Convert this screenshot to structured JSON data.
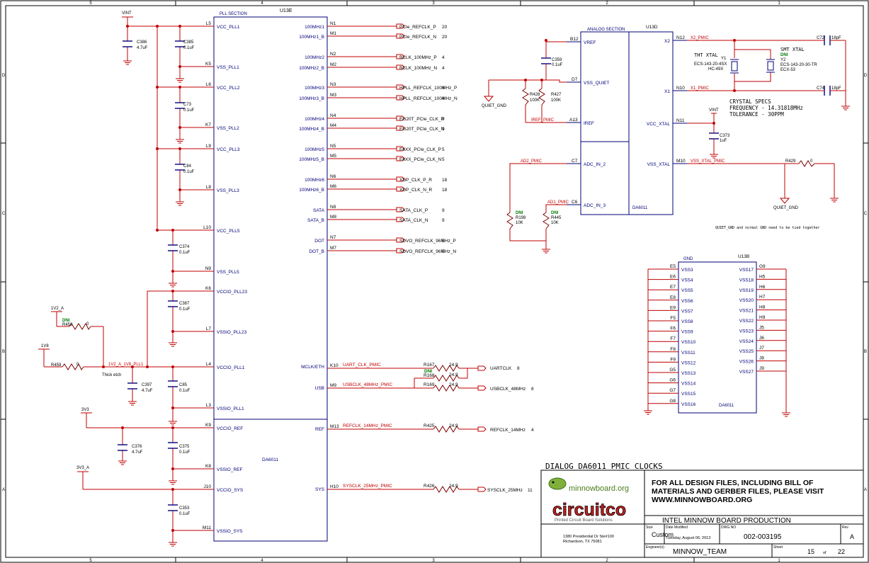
{
  "border": {
    "col_labels": [
      "5",
      "4",
      "3",
      "2",
      "1"
    ],
    "row_labels": [
      "D",
      "C",
      "B",
      "A"
    ]
  },
  "u13e": {
    "ref": "U13E",
    "section": "PLL SECTION",
    "part": "DA6011",
    "left_pins": [
      {
        "num": "L5",
        "name": "VCC_PLL1"
      },
      {
        "num": "K5",
        "name": "VSS_PLL1"
      },
      {
        "num": "L6",
        "name": "VCC_PLL2"
      },
      {
        "num": "K7",
        "name": "VSS_PLL2"
      },
      {
        "num": "L9",
        "name": "VCC_PLL3"
      },
      {
        "num": "L8",
        "name": "VSS_PLL3"
      },
      {
        "num": "L10",
        "name": "VCC_PLL5"
      },
      {
        "num": "N9",
        "name": "VSS_PLL5"
      },
      {
        "num": "K6",
        "name": "VCCIO_PLL23"
      },
      {
        "num": "L7",
        "name": "VSSIO_PLL23"
      },
      {
        "num": "L4",
        "name": "VCCIO_PLL1"
      },
      {
        "num": "L3",
        "name": "VSSIO_PLL1"
      },
      {
        "num": "K9",
        "name": "VCCIO_REF"
      },
      {
        "num": "K8",
        "name": "VSSIO_REF"
      },
      {
        "num": "J10",
        "name": "VCCIO_SYS"
      },
      {
        "num": "M11",
        "name": "VSSIO_SYS"
      }
    ],
    "right_pins": [
      {
        "num": "N1",
        "name": "100MHz1",
        "net": "PCIe_REFCLK_P",
        "ref": "20"
      },
      {
        "num": "M1",
        "name": "100MHz1_B",
        "net": "PCIe_REFCLK_N",
        "ref": "20"
      },
      {
        "num": "N2",
        "name": "100MHz2",
        "net": "BCLK_100MHz_P",
        "ref": "4"
      },
      {
        "num": "M2",
        "name": "100MHz2_B",
        "net": "BCLK_100MHz_N",
        "ref": "4"
      },
      {
        "num": "N3",
        "name": "100MHz3",
        "net": "HPLL_REFCLK_100MHz_P",
        "ref": "4"
      },
      {
        "num": "M3",
        "name": "100MHz3_B",
        "net": "HPLL_REFCLK_100MHz_N",
        "ref": "4"
      },
      {
        "num": "N4",
        "name": "100MHz4",
        "net": "EG20T_PCIe_CLK_P",
        "ref": "9"
      },
      {
        "num": "M4",
        "name": "100MHz4_B",
        "net": "EG20T_PCIe_CLK_N",
        "ref": "9"
      },
      {
        "num": "N5",
        "name": "100MHz5",
        "net": "E6XX_PCIe_CLK_P",
        "ref": "5"
      },
      {
        "num": "M5",
        "name": "100MHz5_B",
        "net": "E6XX_PCIe_CLK_N",
        "ref": "5"
      },
      {
        "num": "N6",
        "name": "100MHz6",
        "net": "XDP_CLK_P_R",
        "ref": "18"
      },
      {
        "num": "M6",
        "name": "100MHz6_B",
        "net": "XDP_CLK_N_R",
        "ref": "18"
      },
      {
        "num": "N8",
        "name": "SATA",
        "net": "SATA_CLK_P",
        "ref": "9"
      },
      {
        "num": "M8",
        "name": "SATA_B",
        "net": "SATA_CLK_N",
        "ref": "9"
      },
      {
        "num": "N7",
        "name": "DOT",
        "net": "SDVO_REFCLK_96MHz_P",
        "ref": "5"
      },
      {
        "num": "M7",
        "name": "DOT_B",
        "net": "SDVO_REFCLK_96MHz_N",
        "ref": "5"
      }
    ],
    "mclk": {
      "num": "K10",
      "name": "MCLK/ETH",
      "net": "UART_CLK_PMIC",
      "res": "R167",
      "val": "24.9",
      "out": "UARTCLK",
      "ref": "8"
    },
    "dni_res": {
      "label": "DNI",
      "res": "R168",
      "val": "24.9"
    },
    "usb": {
      "num": "M9",
      "name": "USB",
      "net": "USBCLK_48MHz_PMIC",
      "res": "R169",
      "val": "24.9",
      "out": "USBCLK_48MHz",
      "ref": "8"
    },
    "ref_pin": {
      "num": "M13",
      "name": "REF",
      "net": "REFCLK_14MHz_PMIC",
      "res": "R425",
      "val": "24.9",
      "out": "REFCLK_14MHz",
      "ref": "4"
    },
    "sys_pin": {
      "num": "H10",
      "name": "SYS",
      "net": "SYSCLK_25MHz_PMIC",
      "res": "R426",
      "val": "24.9",
      "out": "SYSCLK_25MHz",
      "ref": "11"
    }
  },
  "left_power": {
    "vint": "VINT",
    "caps": [
      {
        "ref": "C386",
        "val": "4.7uF"
      },
      {
        "ref": "C385",
        "val": "0.1uF"
      },
      {
        "ref": "C73",
        "val": "0.1uF"
      },
      {
        "ref": "C84",
        "val": "0.1uF"
      },
      {
        "ref": "C374",
        "val": "0.1uF"
      },
      {
        "ref": "C387",
        "val": "0.1uF"
      },
      {
        "ref": "C397",
        "val": "4.7uF"
      },
      {
        "ref": "C85",
        "val": "0.1uF"
      },
      {
        "ref": "C376",
        "val": "4.7uF"
      },
      {
        "ref": "C375",
        "val": "0.1uF"
      },
      {
        "ref": "C353",
        "val": "0.1uF"
      }
    ],
    "rail_1v2a": "1V2_A",
    "rail_1v8": "1V8",
    "rail_3v3": "3V3",
    "rail_3v3a": "3V3_A",
    "r458": {
      "label": "DNI",
      "ref": "R458",
      "val": "0"
    },
    "r459": {
      "ref": "R459",
      "val": "0"
    },
    "net_pll1": "1V2_A_1V8_PLL1",
    "thick_etch": "Thick etch"
  },
  "u13d": {
    "ref": "U13D",
    "section": "ANALOG SECTION",
    "part": "DA6011",
    "left_pins": [
      {
        "num": "B12",
        "name": "VREF"
      },
      {
        "num": "D7",
        "name": "VSS_QUIET"
      },
      {
        "num": "A13",
        "name": "IREF"
      },
      {
        "num": "C7",
        "name": "ADC_IN_2"
      },
      {
        "num": "C6",
        "name": "ADC_IN_3"
      }
    ],
    "right_pins": [
      {
        "num": "N12",
        "name": "X2",
        "net": "X2_PMIC"
      },
      {
        "num": "N10",
        "name": "X1",
        "net": "X1_PMIC"
      },
      {
        "num": "N11",
        "name": "VCC_XTAL",
        "net": ""
      },
      {
        "num": "M10",
        "name": "VSS_XTAL",
        "net": "VSS_XTAL_PMIC"
      }
    ],
    "c359": {
      "ref": "C359",
      "val": "0.1uF"
    },
    "r428": {
      "ref": "R428",
      "val": "100K"
    },
    "r427": {
      "ref": "R427",
      "val": "100K"
    },
    "iref_net": "IREF_PMIC",
    "quiet_gnd": "QUIET_GND",
    "ad2": "AD2_PMIC",
    "ad1": "AD1_PMIC",
    "r198": {
      "label": "DNI",
      "ref": "R198",
      "val": "10K"
    },
    "r445": {
      "label": "DNI",
      "ref": "R445",
      "val": "10K"
    },
    "c72": {
      "ref": "C72",
      "val": "18pF"
    },
    "c74": {
      "ref": "C74",
      "val": "18pF"
    },
    "c373": {
      "ref": "C373",
      "val": "1uF"
    },
    "vint": "VINT",
    "r429": {
      "ref": "R429",
      "val": "0"
    },
    "quiet_gnd2": "QUIET_GND",
    "tht_title": "THT XTAL",
    "y1": {
      "ref": "Y1",
      "part": "ECS-143-20-4SX",
      "pkg": "HC-49X"
    },
    "smt_title": "SMT XTAL",
    "y2": {
      "label": "DNI",
      "ref": "Y2",
      "part": "ECS-143-20-30-TR",
      "pkg": "ECX-53"
    },
    "crystal_specs": [
      "CRYSTAL SPECS",
      "FREQUENCY - 14.31818MHz",
      "TOLERANCE - 30PPM"
    ],
    "note": "QUIET_GND and normal GND need to be tied together"
  },
  "u13b": {
    "ref": "U13B",
    "section": "GND",
    "part": "DA6011",
    "left_pins": [
      {
        "num": "E5",
        "name": "VSS3"
      },
      {
        "num": "E6",
        "name": "VSS4"
      },
      {
        "num": "E7",
        "name": "VSS5"
      },
      {
        "num": "E8",
        "name": "VSS6"
      },
      {
        "num": "E9",
        "name": "VSS7"
      },
      {
        "num": "F5",
        "name": "VSS8"
      },
      {
        "num": "F6",
        "name": "VSS9"
      },
      {
        "num": "F7",
        "name": "VSS10"
      },
      {
        "num": "F8",
        "name": "VSS11"
      },
      {
        "num": "F9",
        "name": "VSS12"
      },
      {
        "num": "G5",
        "name": "VSS13"
      },
      {
        "num": "G6",
        "name": "VSS14"
      },
      {
        "num": "G7",
        "name": "VSS15"
      },
      {
        "num": "G8",
        "name": "VSS16"
      }
    ],
    "right_pins": [
      {
        "num": "G9",
        "name": "VSS17"
      },
      {
        "num": "H5",
        "name": "VSS18"
      },
      {
        "num": "H6",
        "name": "VSS19"
      },
      {
        "num": "H7",
        "name": "VSS20"
      },
      {
        "num": "H8",
        "name": "VSS21"
      },
      {
        "num": "H9",
        "name": "VSS22"
      },
      {
        "num": "J5",
        "name": "VSS23"
      },
      {
        "num": "J6",
        "name": "VSS24"
      },
      {
        "num": "J7",
        "name": "VSS25"
      },
      {
        "num": "J8",
        "name": "VSS26"
      },
      {
        "num": "J9",
        "name": "VSS27"
      }
    ]
  },
  "title_block": {
    "sheet_title": "DIALOG DA6011 PMIC CLOCKS",
    "logo_text": "minnowboard.org",
    "company": "circuitco",
    "company_sub": "Printed Circuit Board Solutions",
    "notice": [
      "FOR ALL DESIGN FILES, INCLUDING BILL OF",
      "MATERIALS AND GERBER FILES, PLEASE VISIT",
      "WWW.MINNOWBOARD.ORG"
    ],
    "project": "INTEL MINNOW BOARD PRODUCTION",
    "size_label": "Size",
    "size": "Custom",
    "date_label": "Date Modified",
    "date": "Tuesday, August 06, 2013",
    "dwg_label": "DWG NO",
    "dwg": "002-003195",
    "rev_label": "Rev",
    "rev": "A",
    "address": [
      "1380 Presidential Dr Ste#100",
      "Richardson, TX 75081"
    ],
    "engineer_label": "Engineer(s)",
    "engineer": "MINNOW_TEAM",
    "sheet_label": "Sheet",
    "sheet": "15",
    "of": "of",
    "total": "22"
  }
}
